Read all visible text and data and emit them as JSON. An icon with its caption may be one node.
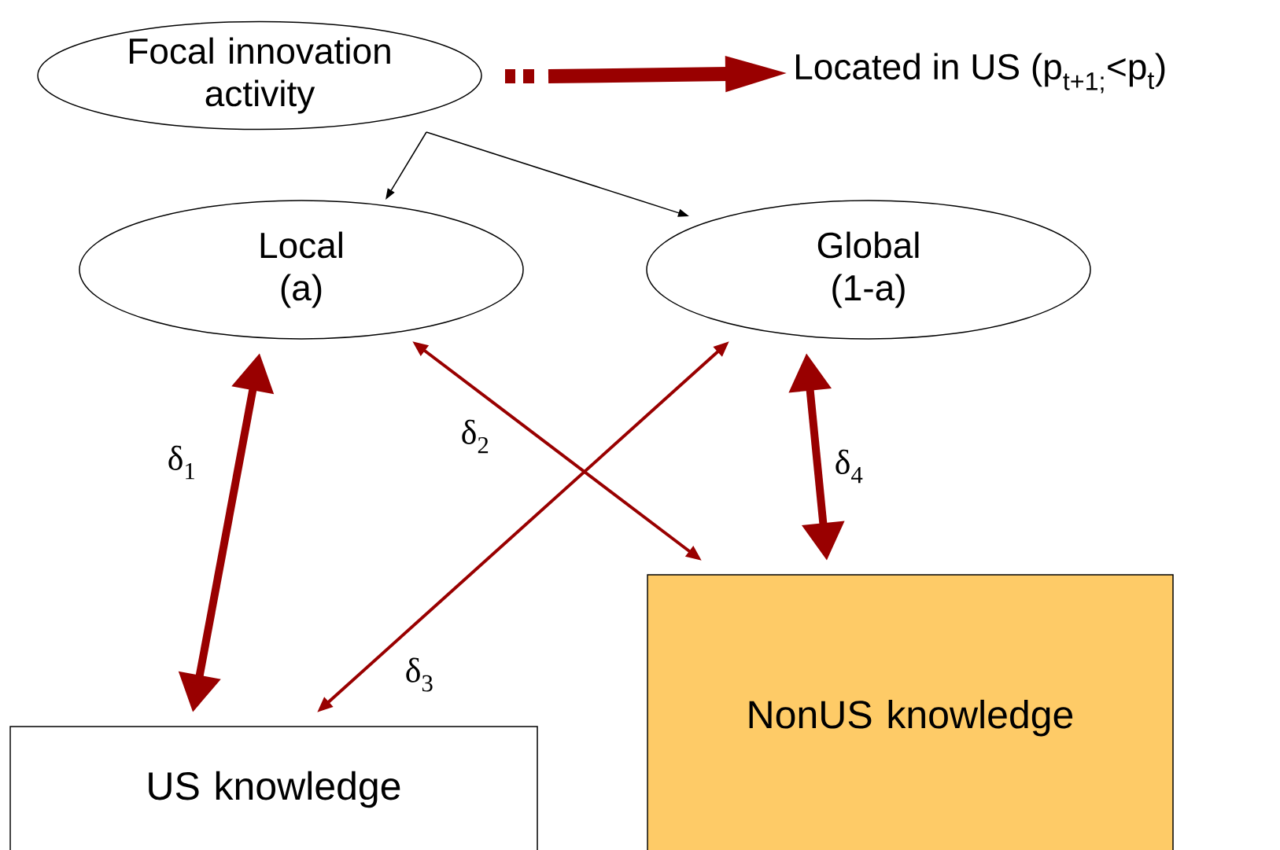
{
  "diagram": {
    "nodes": [
      {
        "text": [
          "Focal innovation activity"
        ]
      },
      {
        "text": [
          "Local (a)"
        ]
      },
      {
        "text": [
          "Global (1-a)"
        ]
      },
      {
        "text": [
          "US knowledge"
        ]
      },
      {
        "text": [
          "NonUS knowledge"
        ]
      },
      {
        "text": [
          "Located in US (p$_{t+1;}$<p$_{t}$)"
        ]
      }
    ],
    "edges": [
      {
        "from": 0,
        "to": 1,
        "arrow": "to",
        "color": "#000000"
      },
      {
        "from": 0,
        "to": 2,
        "arrow": "to",
        "color": "#000000"
      },
      {
        "from": 1,
        "to": 3,
        "arrow": "both",
        "label": "δ$_{1}$",
        "style": "thick"
      },
      {
        "from": 1,
        "to": 4,
        "arrow": "both",
        "label": "δ$_{2}$"
      },
      {
        "from": 2,
        "to": 3,
        "arrow": "both",
        "label": "δ$_{3}$"
      },
      {
        "from": 2,
        "to": 4,
        "arrow": "both",
        "label": "δ$_{4}$",
        "style": "thick"
      },
      {
        "from": 0,
        "to": 5,
        "arrow": "to",
        "style": "thick"
      }
    ]
  }
}
